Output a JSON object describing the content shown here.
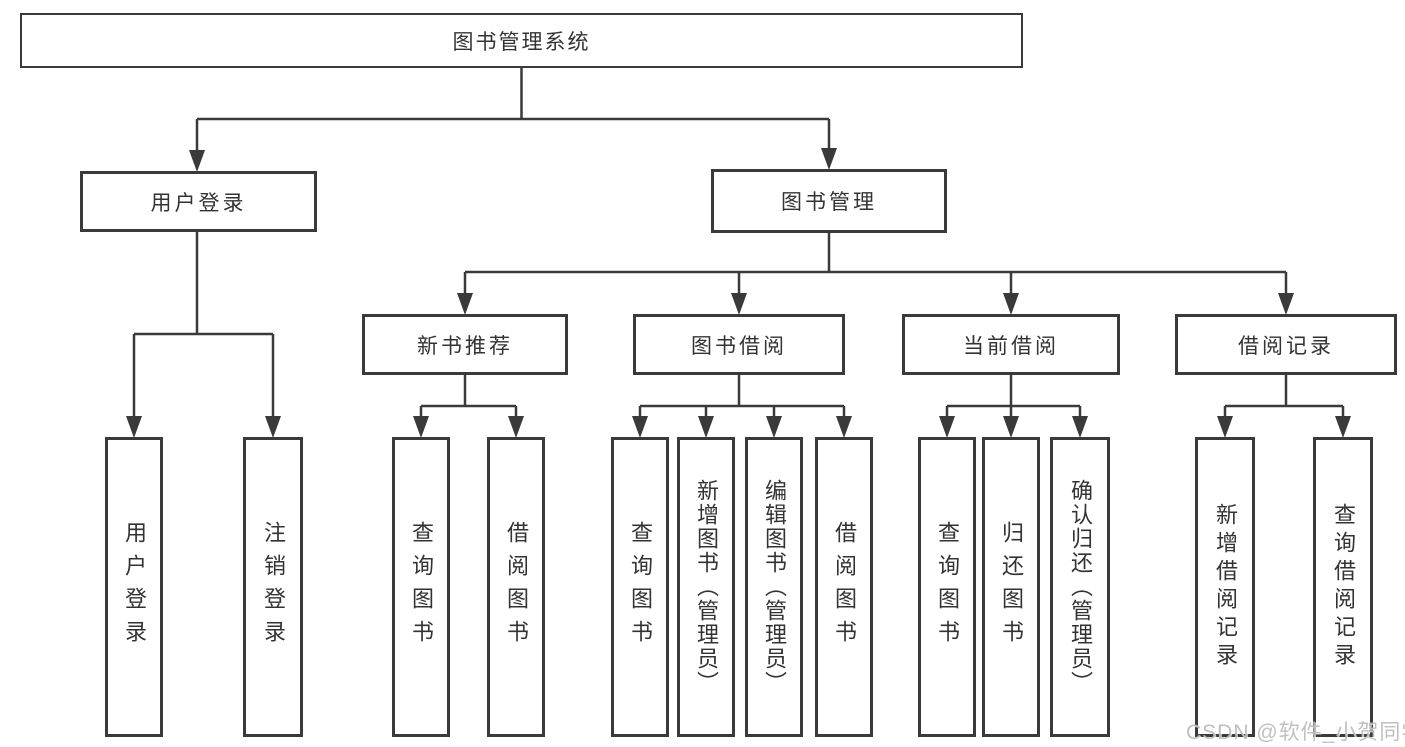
{
  "diagram_title": "图书管理系统",
  "tree": {
    "label": "图书管理系统",
    "children": [
      {
        "label": "用户登录",
        "children": [
          {
            "label": "用户登录"
          },
          {
            "label": "注销登录"
          }
        ]
      },
      {
        "label": "图书管理",
        "children": [
          {
            "label": "新书推荐",
            "children": [
              {
                "label": "查询图书"
              },
              {
                "label": "借阅图书"
              }
            ]
          },
          {
            "label": "图书借阅",
            "children": [
              {
                "label": "查询图书"
              },
              {
                "label": "新增图书（管理员）"
              },
              {
                "label": "编辑图书（管理员）"
              },
              {
                "label": "借阅图书"
              }
            ]
          },
          {
            "label": "当前借阅",
            "children": [
              {
                "label": "查询图书"
              },
              {
                "label": "归还图书"
              },
              {
                "label": "确认归还（管理员）"
              }
            ]
          },
          {
            "label": "借阅记录",
            "children": [
              {
                "label": "新增借阅记录"
              },
              {
                "label": "查询借阅记录"
              }
            ]
          }
        ]
      }
    ]
  },
  "watermark": {
    "text": "CSDN @软件_小贺同学"
  },
  "colors": {
    "line": "#3a3a3a",
    "text": "#333333",
    "background": "#ffffff",
    "watermark": "#b9b9b9"
  }
}
